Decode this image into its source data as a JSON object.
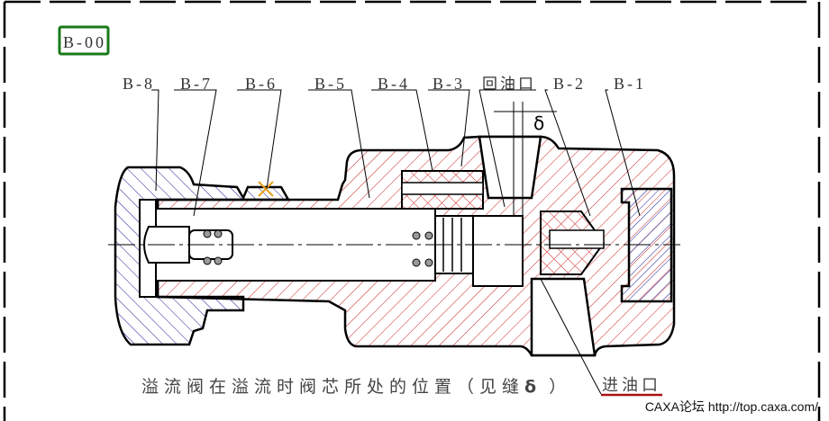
{
  "drawing_code": "B-00",
  "part_labels": [
    "B-8",
    "B-7",
    "B-6",
    "B-5",
    "B-4",
    "B-3",
    "回油口",
    "B-2",
    "B-1"
  ],
  "gap_symbol": "δ",
  "inlet_label": "进油口",
  "caption": "溢流阀在溢流时阀芯所处的位置（见缝",
  "caption_symbol": "δ",
  "caption_end": "）",
  "watermark": "CAXA论坛 http://top.caxa.com/",
  "colors": {
    "steel_hatch": "#cc2222",
    "nut_hatch": "#1a1a99",
    "code_box": "#1a7a1a",
    "inlet_underline": "#aa1111"
  }
}
